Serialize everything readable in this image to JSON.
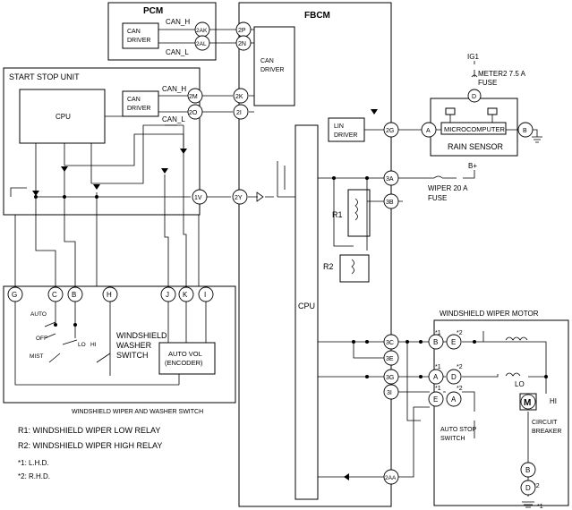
{
  "modules": {
    "pcm": {
      "title": "PCM",
      "can_driver": [
        "CAN",
        "DRIVER"
      ],
      "can_h": "CAN_H",
      "can_l": "CAN_L"
    },
    "fbcm": {
      "title": "FBCM",
      "can_driver": [
        "CAN",
        "DRIVER"
      ],
      "lin_driver": [
        "LIN",
        "DRIVER"
      ],
      "cpu": "CPU"
    },
    "start_stop": {
      "title": "START STOP UNIT",
      "cpu": "CPU",
      "can_driver": [
        "CAN",
        "DRIVER"
      ],
      "can_h": "CAN_H",
      "can_l": "CAN_L"
    },
    "rain_sensor": {
      "title": "RAIN SENSOR",
      "micro": "MICROCOMPUTER"
    },
    "switch": {
      "title": "WINDSHIELD WIPER AND WASHER SWITCH",
      "auto": "AUTO",
      "off": "OFF",
      "mist": "MIST",
      "lo": "LO",
      "hi": "HI",
      "washer": [
        "WINDSHIELD",
        "WASHER",
        "SWITCH"
      ],
      "autovol": [
        "AUTO VOL",
        "(ENCODER)"
      ]
    },
    "motor": {
      "title": "WINDSHIELD WIPER MOTOR",
      "lo": "LO",
      "hi": "HI",
      "m": "M",
      "breaker": [
        "CIRCUIT",
        "BREAKER"
      ],
      "autostop": [
        "AUTO STOP",
        "SWITCH"
      ]
    }
  },
  "pins": {
    "pcm_2ak": "2AK",
    "pcm_2al": "2AL",
    "fbcm_2p": "2P",
    "fbcm_2n": "2N",
    "ss_2m": "2M",
    "ss_2o": "2O",
    "fbcm_2k": "2K",
    "fbcm_2i": "2I",
    "ss_1v": "1V",
    "fbcm_2y": "2Y",
    "fbcm_2g": "2G",
    "rs_a": "A",
    "rs_b": "B",
    "fbcm_3a": "3A",
    "fbcm_3b": "3B",
    "fbcm_3c": "3C",
    "fbcm_3e": "3E",
    "fbcm_3g": "3G",
    "fbcm_3i": "3I",
    "fbcm_2aa": "2AA",
    "sw_g": "G",
    "sw_c": "C",
    "sw_b": "B",
    "sw_h": "H",
    "sw_j": "J",
    "sw_k": "K",
    "sw_i": "I",
    "mot_b": "B",
    "mot_e_top": "E",
    "mot_a": "A",
    "mot_d": "D",
    "mot_e": "E",
    "mot_a2": "A",
    "mot_b_bot": "B",
    "mot_d_bot": "D",
    "fuse_d": "D"
  },
  "notes": {
    "ig1": "IG1",
    "meter": "METER2 7.5 A",
    "fuse": "FUSE",
    "bplus": "B+",
    "wiper_fuse": "WIPER 20 A",
    "wiper_fuse2": "FUSE",
    "r1": "R1",
    "r2": "R2",
    "leg_r1": "R1: WINDSHIELD WIPER LOW RELAY",
    "leg_r2": "R2: WINDSHIELD WIPER HIGH RELAY",
    "leg_1": "*1: L.H.D.",
    "leg_2": "*2: R.H.D.",
    "s1": "*1",
    "s2": "*2"
  }
}
